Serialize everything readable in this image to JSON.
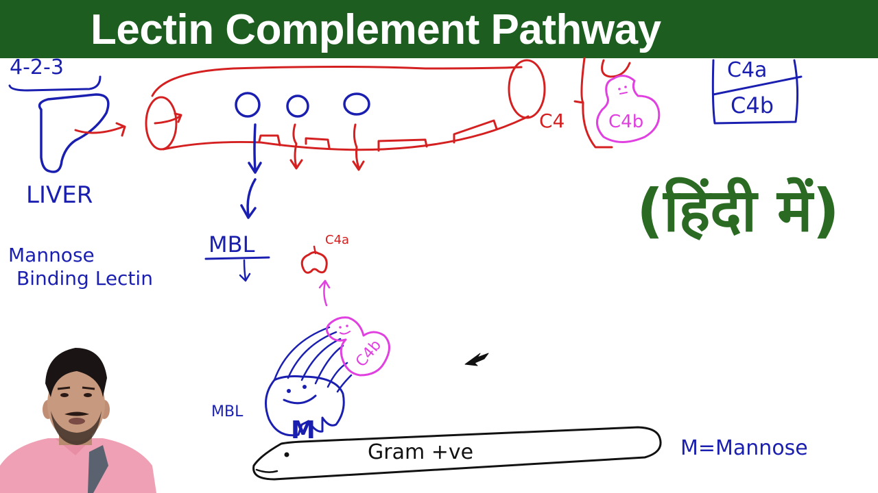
{
  "header": {
    "title": "Lectin Complement Pathway",
    "background_color": "#1d5e20",
    "text_color": "#ffffff"
  },
  "subtitle_badge": {
    "text": "(हिंदी में)",
    "color": "#2a6a22"
  },
  "annotations": {
    "chromosome_label": "4-2-3",
    "liver_label": "LIVER",
    "mbl_full_name_line1": "Mannose",
    "mbl_full_name_line2": "Binding Lectin",
    "mbl_abbrev": "MBL",
    "c4_label": "C4",
    "c4a_label": "C4a",
    "c4b_label": "C4b",
    "c4_box_top": "C4a",
    "c4_box_bottom": "C4b",
    "mbl_molecule_label": "MBL",
    "mbl_m_glyph": "M",
    "bacteria_label": "Gram +ve",
    "legend_m": "M=Mannose"
  },
  "colors": {
    "blue_ink": "#1a1fb0",
    "red_ink": "#d42020",
    "pink_ink": "#e040e0",
    "black_ink": "#111111"
  },
  "presenter": {
    "shirt_color": "#f0a0b4",
    "skin_color": "#c79a7f",
    "hair_color": "#1a1414"
  }
}
